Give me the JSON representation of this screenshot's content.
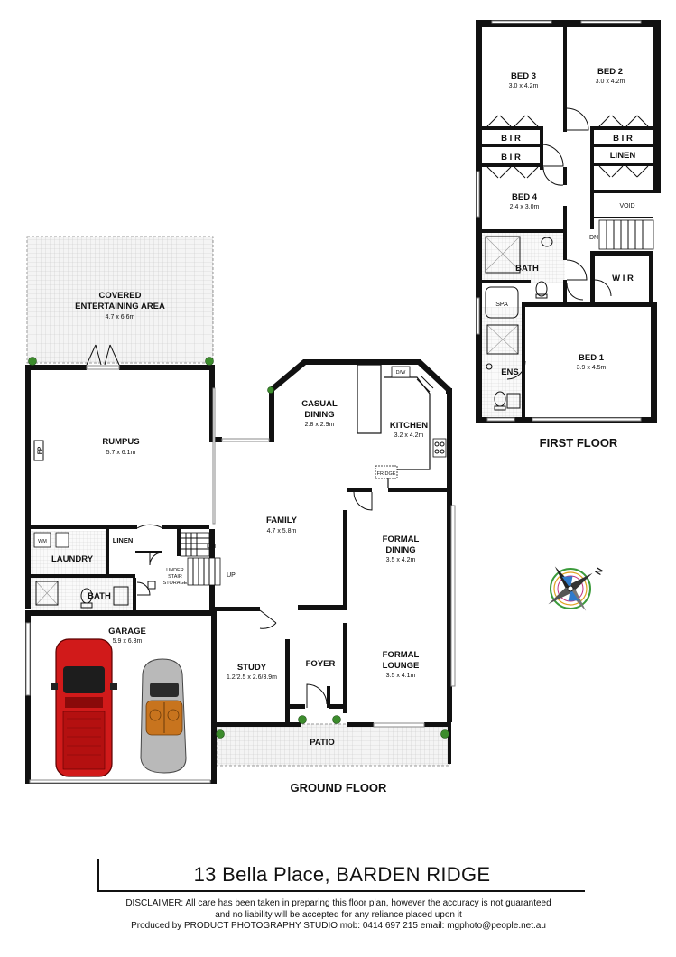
{
  "floors": {
    "ground": "GROUND FLOOR",
    "first": "FIRST FLOOR"
  },
  "rooms": {
    "covered_area": {
      "line1": "COVERED",
      "line2": "ENTERTAINING AREA",
      "dims": "4.7 x 6.6m"
    },
    "rumpus": {
      "name": "RUMPUS",
      "dims": "5.7 x 6.1m"
    },
    "casual_dining": {
      "line1": "CASUAL",
      "line2": "DINING",
      "dims": "2.8 x 2.9m"
    },
    "kitchen": {
      "name": "KITCHEN",
      "dims": "3.2 x 4.2m"
    },
    "family": {
      "name": "FAMILY",
      "dims": "4.7 x 5.8m"
    },
    "formal_dining": {
      "line1": "FORMAL",
      "line2": "DINING",
      "dims": "3.5 x 4.2m"
    },
    "laundry": {
      "name": "LAUNDRY"
    },
    "linen_ground": {
      "name": "LINEN"
    },
    "bath_ground": {
      "name": "BATH"
    },
    "garage": {
      "name": "GARAGE",
      "dims": "5.9 x 6.3m"
    },
    "study": {
      "name": "STUDY",
      "dims": "1.2/2.5 x 2.6/3.9m"
    },
    "foyer": {
      "name": "FOYER"
    },
    "formal_lounge": {
      "line1": "FORMAL",
      "line2": "LOUNGE",
      "dims": "3.5 x 4.1m"
    },
    "patio": {
      "name": "PATIO"
    },
    "under_stair": {
      "line1": "UNDER",
      "line2": "STAIR",
      "line3": "STORAGE"
    },
    "bed3": {
      "name": "BED 3",
      "dims": "3.0 x 4.2m"
    },
    "bed2": {
      "name": "BED 2",
      "dims": "3.0 x 4.2m"
    },
    "bed4": {
      "name": "BED 4",
      "dims": "2.4 x 3.0m"
    },
    "bed1": {
      "name": "BED 1",
      "dims": "3.9 x 4.5m"
    },
    "bath_first": {
      "name": "BATH"
    },
    "spa": {
      "name": "SPA"
    },
    "ens": {
      "name": "ENS"
    },
    "wir": {
      "name": "W I R"
    },
    "void": {
      "name": "VOID"
    },
    "bir_bed3": {
      "name": "B I R"
    },
    "bir_bed4": {
      "name": "B I R"
    },
    "bir_bed2": {
      "name": "B I R"
    },
    "linen_first": {
      "name": "LINEN"
    }
  },
  "fixtures": {
    "fp": "FP",
    "dw": "D/W",
    "fridge": "FRIDGE",
    "wm": "WM",
    "stair_up": "UP",
    "stair_dn_ground": "DN",
    "stair_dn_first": "DN"
  },
  "address": "13 Bella Place, BARDEN RIDGE",
  "disclaimer": {
    "line1": "DISCLAIMER: All care has been taken in preparing this floor plan, however the accuracy is not guaranteed",
    "line2": "and no liability will be accepted for any reliance placed upon it",
    "line3": "Produced by PRODUCT PHOTOGRAPHY STUDIO mob: 0414 697 215  email: mgphoto@people.net.au"
  },
  "compass": {
    "north": "N"
  },
  "colors": {
    "pillar": "#3c8c2c",
    "paving": "#cfcfcf",
    "car_red": "#d11a1a",
    "car_silver": "#b9b9b9",
    "car_interior": "#c8741e"
  }
}
